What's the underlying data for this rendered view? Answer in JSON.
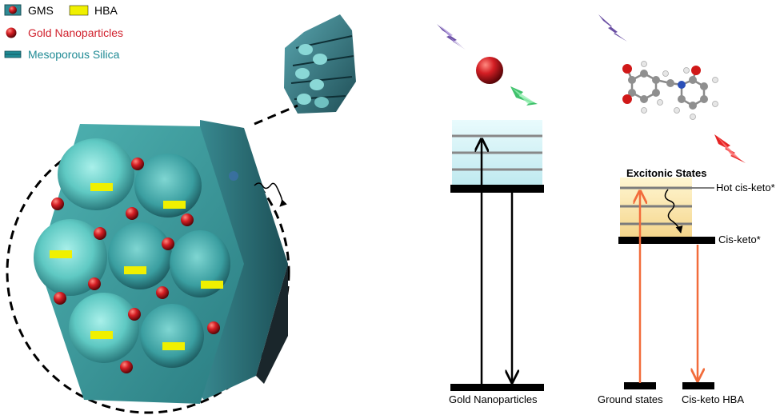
{
  "legend": {
    "gms": "GMS",
    "hba": "HBA",
    "gold": "Gold Nanoparticles",
    "silica": "Mesoporous Silica"
  },
  "diagram_left": {
    "caption": "Gold Nanoparticles"
  },
  "diagram_right": {
    "excitonic": "Excitonic States",
    "hot": "Hot cis-keto*",
    "cisketo_star": "Cis-keto*",
    "ground": "Ground states",
    "cisketo_hba": "Cis-keto HBA"
  },
  "colors": {
    "teal": "#2f8c91",
    "gold_np": "#c4161c",
    "hba": "#f0f000",
    "silica_legend": "#1f8a94",
    "gold_text": "#d01f2b",
    "arrow_orange": "#f26c3b"
  }
}
